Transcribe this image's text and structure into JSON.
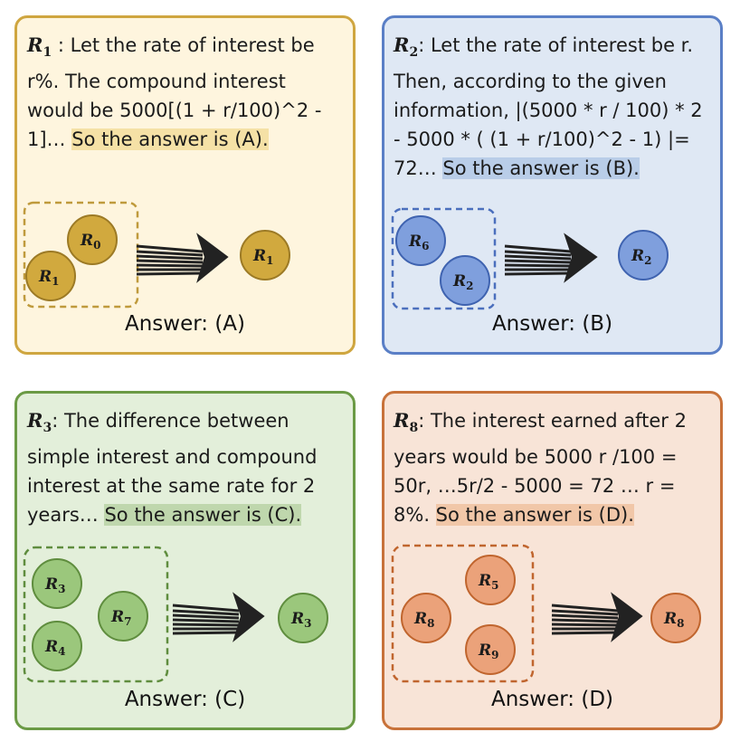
{
  "panels": [
    {
      "id": "p1",
      "label_main": "R",
      "label_sub": "1",
      "text_before": " : Let the rate of interest be r%. The compound interest would be 5000[(1 + r/100)^2 - 1]… ",
      "highlight": "So the answer is (A).",
      "answer": "Answer: (A)",
      "colors": {
        "fill": "#d1a93e",
        "stroke": "#9c7a25",
        "bg": "#fef5de",
        "border": "#cfa640",
        "highlight": "#f5e1a6"
      },
      "group_nodes": [
        {
          "main": "R",
          "sub": "0"
        },
        {
          "main": "R",
          "sub": "1"
        }
      ],
      "result_node": {
        "main": "R",
        "sub": "1"
      }
    },
    {
      "id": "p2",
      "label_main": "R",
      "label_sub": "2",
      "text_before": ": Let the rate of interest be r. Then, according to the given information, |(5000 * r / 100) * 2 - 5000 * ( (1 + r/100)^2 - 1) |= 72… ",
      "highlight": "So the answer is (B).",
      "answer": "Answer: (B)",
      "colors": {
        "fill": "#7f9fdd",
        "stroke": "#3f63b0",
        "bg": "#dfe8f4",
        "border": "#5a7fc6",
        "highlight": "#b9cde8"
      },
      "group_nodes": [
        {
          "main": "R",
          "sub": "6"
        },
        {
          "main": "R",
          "sub": "2"
        }
      ],
      "result_node": {
        "main": "R",
        "sub": "2"
      }
    },
    {
      "id": "p3",
      "label_main": "R",
      "label_sub": "3",
      "text_before": ": The difference between simple interest and compound interest at the same rate for 2 years… ",
      "highlight": "So the answer is (C).",
      "answer": "Answer: (C)",
      "colors": {
        "fill": "#9bc77c",
        "stroke": "#5f8d3e",
        "bg": "#e3efda",
        "border": "#6b9a45",
        "highlight": "#bfd7ad"
      },
      "group_nodes": [
        {
          "main": "R",
          "sub": "3"
        },
        {
          "main": "R",
          "sub": "4"
        },
        {
          "main": "R",
          "sub": "7"
        }
      ],
      "result_node": {
        "main": "R",
        "sub": "3"
      }
    },
    {
      "id": "p4",
      "label_main": "R",
      "label_sub": "8",
      "text_before": ": The interest earned after 2 years would be 5000 r /100 = 50r, …5r/2 - 5000 = 72 … r = 8%. ",
      "highlight": "So the answer is (D).",
      "answer": "Answer: (D)",
      "colors": {
        "fill": "#eba27a",
        "stroke": "#c0652e",
        "bg": "#f8e4d7",
        "border": "#c8723a",
        "highlight": "#f1c7a8"
      },
      "group_nodes": [
        {
          "main": "R",
          "sub": "8"
        },
        {
          "main": "R",
          "sub": "5"
        },
        {
          "main": "R",
          "sub": "9"
        }
      ],
      "result_node": {
        "main": "R",
        "sub": "8"
      }
    }
  ]
}
